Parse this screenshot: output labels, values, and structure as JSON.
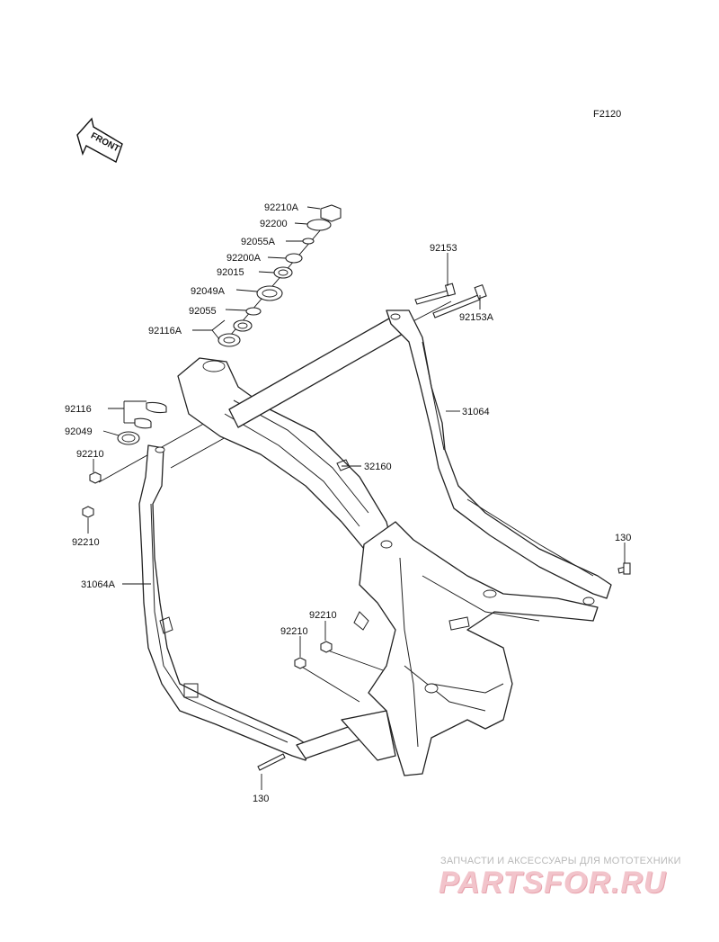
{
  "figure_code": "F2120",
  "front_marker": "FRONT",
  "callouts": [
    {
      "id": "p92210A",
      "text": "92210A"
    },
    {
      "id": "p92200",
      "text": "92200"
    },
    {
      "id": "p92055A",
      "text": "92055A"
    },
    {
      "id": "p92200A",
      "text": "92200A"
    },
    {
      "id": "p92015",
      "text": "92015"
    },
    {
      "id": "p92049A",
      "text": "92049A"
    },
    {
      "id": "p92055",
      "text": "92055"
    },
    {
      "id": "p92116A",
      "text": "92116A"
    },
    {
      "id": "p92153",
      "text": "92153"
    },
    {
      "id": "p92153A",
      "text": "92153A"
    },
    {
      "id": "p31064",
      "text": "31064"
    },
    {
      "id": "p92116",
      "text": "92116"
    },
    {
      "id": "p92049",
      "text": "92049"
    },
    {
      "id": "p92210_a",
      "text": "92210"
    },
    {
      "id": "p32160",
      "text": "32160"
    },
    {
      "id": "p92210_b",
      "text": "92210"
    },
    {
      "id": "p130_a",
      "text": "130"
    },
    {
      "id": "p31064A",
      "text": "31064A"
    },
    {
      "id": "p92210_c",
      "text": "92210"
    },
    {
      "id": "p92210_d",
      "text": "92210"
    },
    {
      "id": "p130_b",
      "text": "130"
    }
  ],
  "watermark": {
    "line": "ЗАПЧАСТИ И АКСЕССУАРЫ ДЛЯ МОТОТЕХНИКИ",
    "logo": "PARTSFOR.RU"
  }
}
